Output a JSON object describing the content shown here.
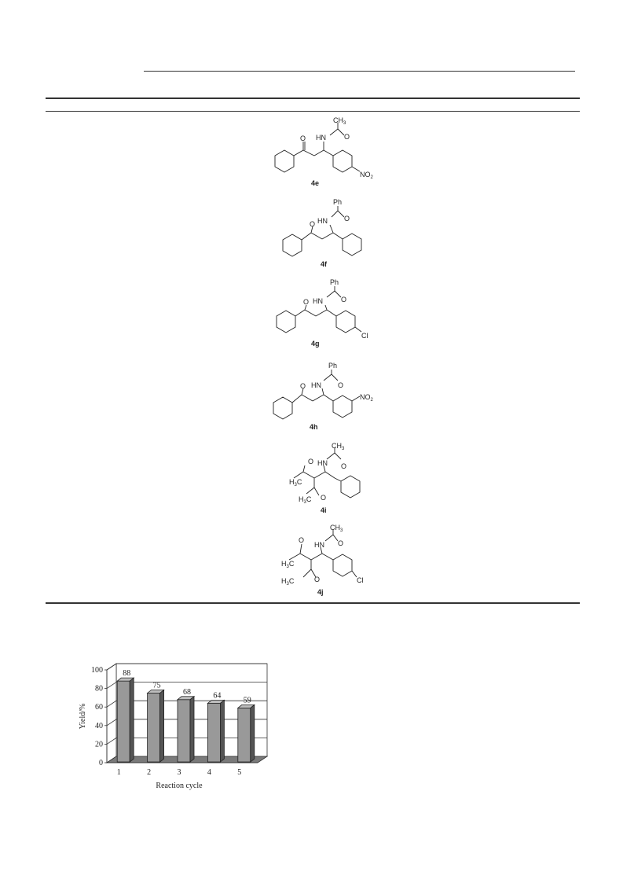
{
  "compounds": [
    {
      "label": "4e",
      "sub1": "CH",
      "sub1s": "3",
      "amide": "HN",
      "ring_sub": "NO",
      "ring_subs": "2",
      "ketone": "O",
      "amideO": "O"
    },
    {
      "label": "4f",
      "sub1": "Ph",
      "sub1s": "",
      "amide": "HN",
      "ring_sub": "",
      "ring_subs": "",
      "ketone": "O",
      "amideO": "O"
    },
    {
      "label": "4g",
      "sub1": "Ph",
      "sub1s": "",
      "amide": "HN",
      "ring_sub": "Cl",
      "ring_subs": "",
      "ketone": "O",
      "amideO": "O"
    },
    {
      "label": "4h",
      "sub1": "Ph",
      "sub1s": "",
      "amide": "HN",
      "ring_sub": "NO",
      "ring_subs": "2",
      "ketone": "O",
      "amideO": "O"
    },
    {
      "label": "4i",
      "sub1": "CH",
      "sub1s": "3",
      "amide": "HN",
      "ring_sub": "",
      "ring_subs": "",
      "ketone": "O",
      "amideO": "O",
      "me_a": "H",
      "me_as": "3",
      "me_a2": "C",
      "me_b": "H",
      "me_bs": "3",
      "me_b2": "C"
    },
    {
      "label": "4j",
      "sub1": "CH",
      "sub1s": "3",
      "amide": "HN",
      "ring_sub": "Cl",
      "ring_subs": "",
      "ketone": "O",
      "amideO": "O",
      "me_a": "H",
      "me_as": "3",
      "me_a2": "C",
      "me_b": "H",
      "me_bs": "3",
      "me_b2": "C"
    }
  ],
  "chart_data": {
    "type": "bar",
    "categories": [
      "1",
      "2",
      "3",
      "4",
      "5"
    ],
    "values": [
      88,
      75,
      68,
      64,
      59
    ],
    "xlabel": "Reaction cycle",
    "ylabel": "Yield/%",
    "ylim": [
      0,
      100
    ],
    "yticks": [
      "0",
      "20",
      "40",
      "60",
      "80",
      "100"
    ],
    "grid": true,
    "bar_color": "#999999"
  }
}
